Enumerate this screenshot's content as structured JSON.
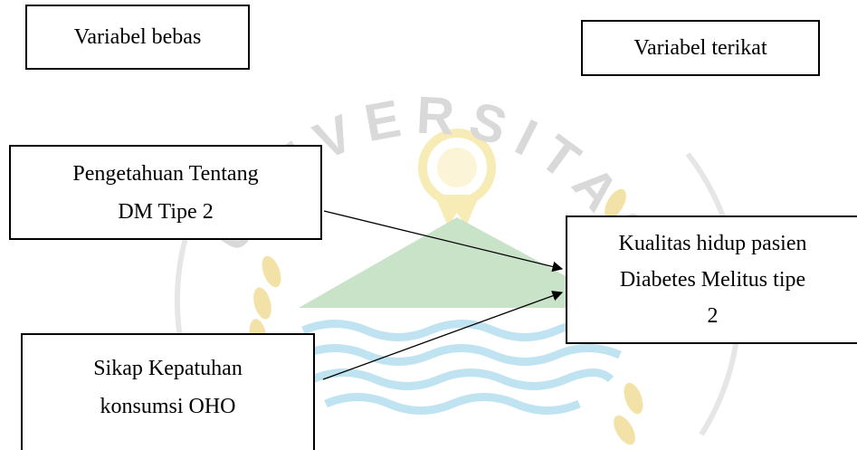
{
  "diagram": {
    "independent_header": "Variabel bebas",
    "dependent_header": "Variabel terikat",
    "independent_variables": [
      "Pengetahuan Tentang\nDM Tipe 2",
      "Sikap Kepatuhan\nkonsumsi OHO"
    ],
    "dependent_variable": "Kualitas hidup  pasien\nDiabetes Melitus tipe\n2"
  },
  "watermark": {
    "text": "UNIVERSITAS",
    "colors": {
      "text": "#d9d9d9",
      "mountain": "#c9e3c9",
      "sun": "#f7ecb5",
      "waves": "#bfe3f0",
      "wheat": "#f3e2a8"
    }
  }
}
